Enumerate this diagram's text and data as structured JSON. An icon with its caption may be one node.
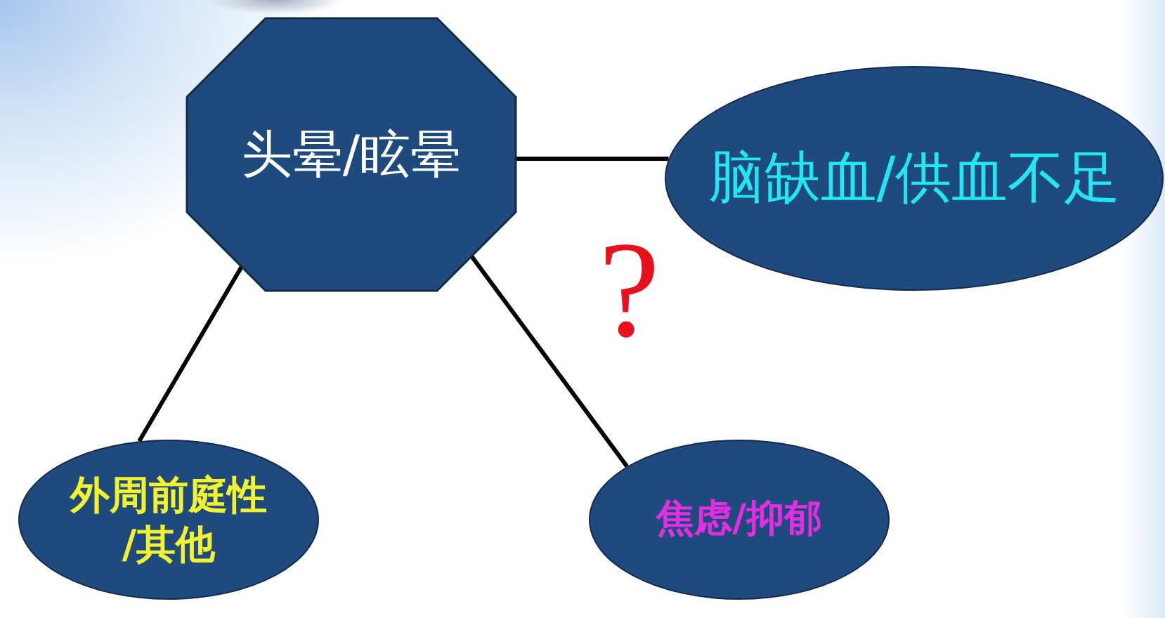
{
  "diagram": {
    "nodes": [
      {
        "text": [
          "头晕/眩晕"
        ]
      },
      {
        "text": [
          "脑缺血/供血不足"
        ]
      },
      {
        "text": [
          "外周前庭性/其他"
        ]
      },
      {
        "text": [
          "焦虑/抑郁"
        ]
      }
    ],
    "edges": [
      {
        "from": 0,
        "to": 1,
        "arrow": "none"
      },
      {
        "from": 0,
        "to": 2,
        "arrow": "none"
      },
      {
        "from": 0,
        "to": 3,
        "arrow": "none"
      }
    ],
    "labels": [
      "?"
    ]
  }
}
